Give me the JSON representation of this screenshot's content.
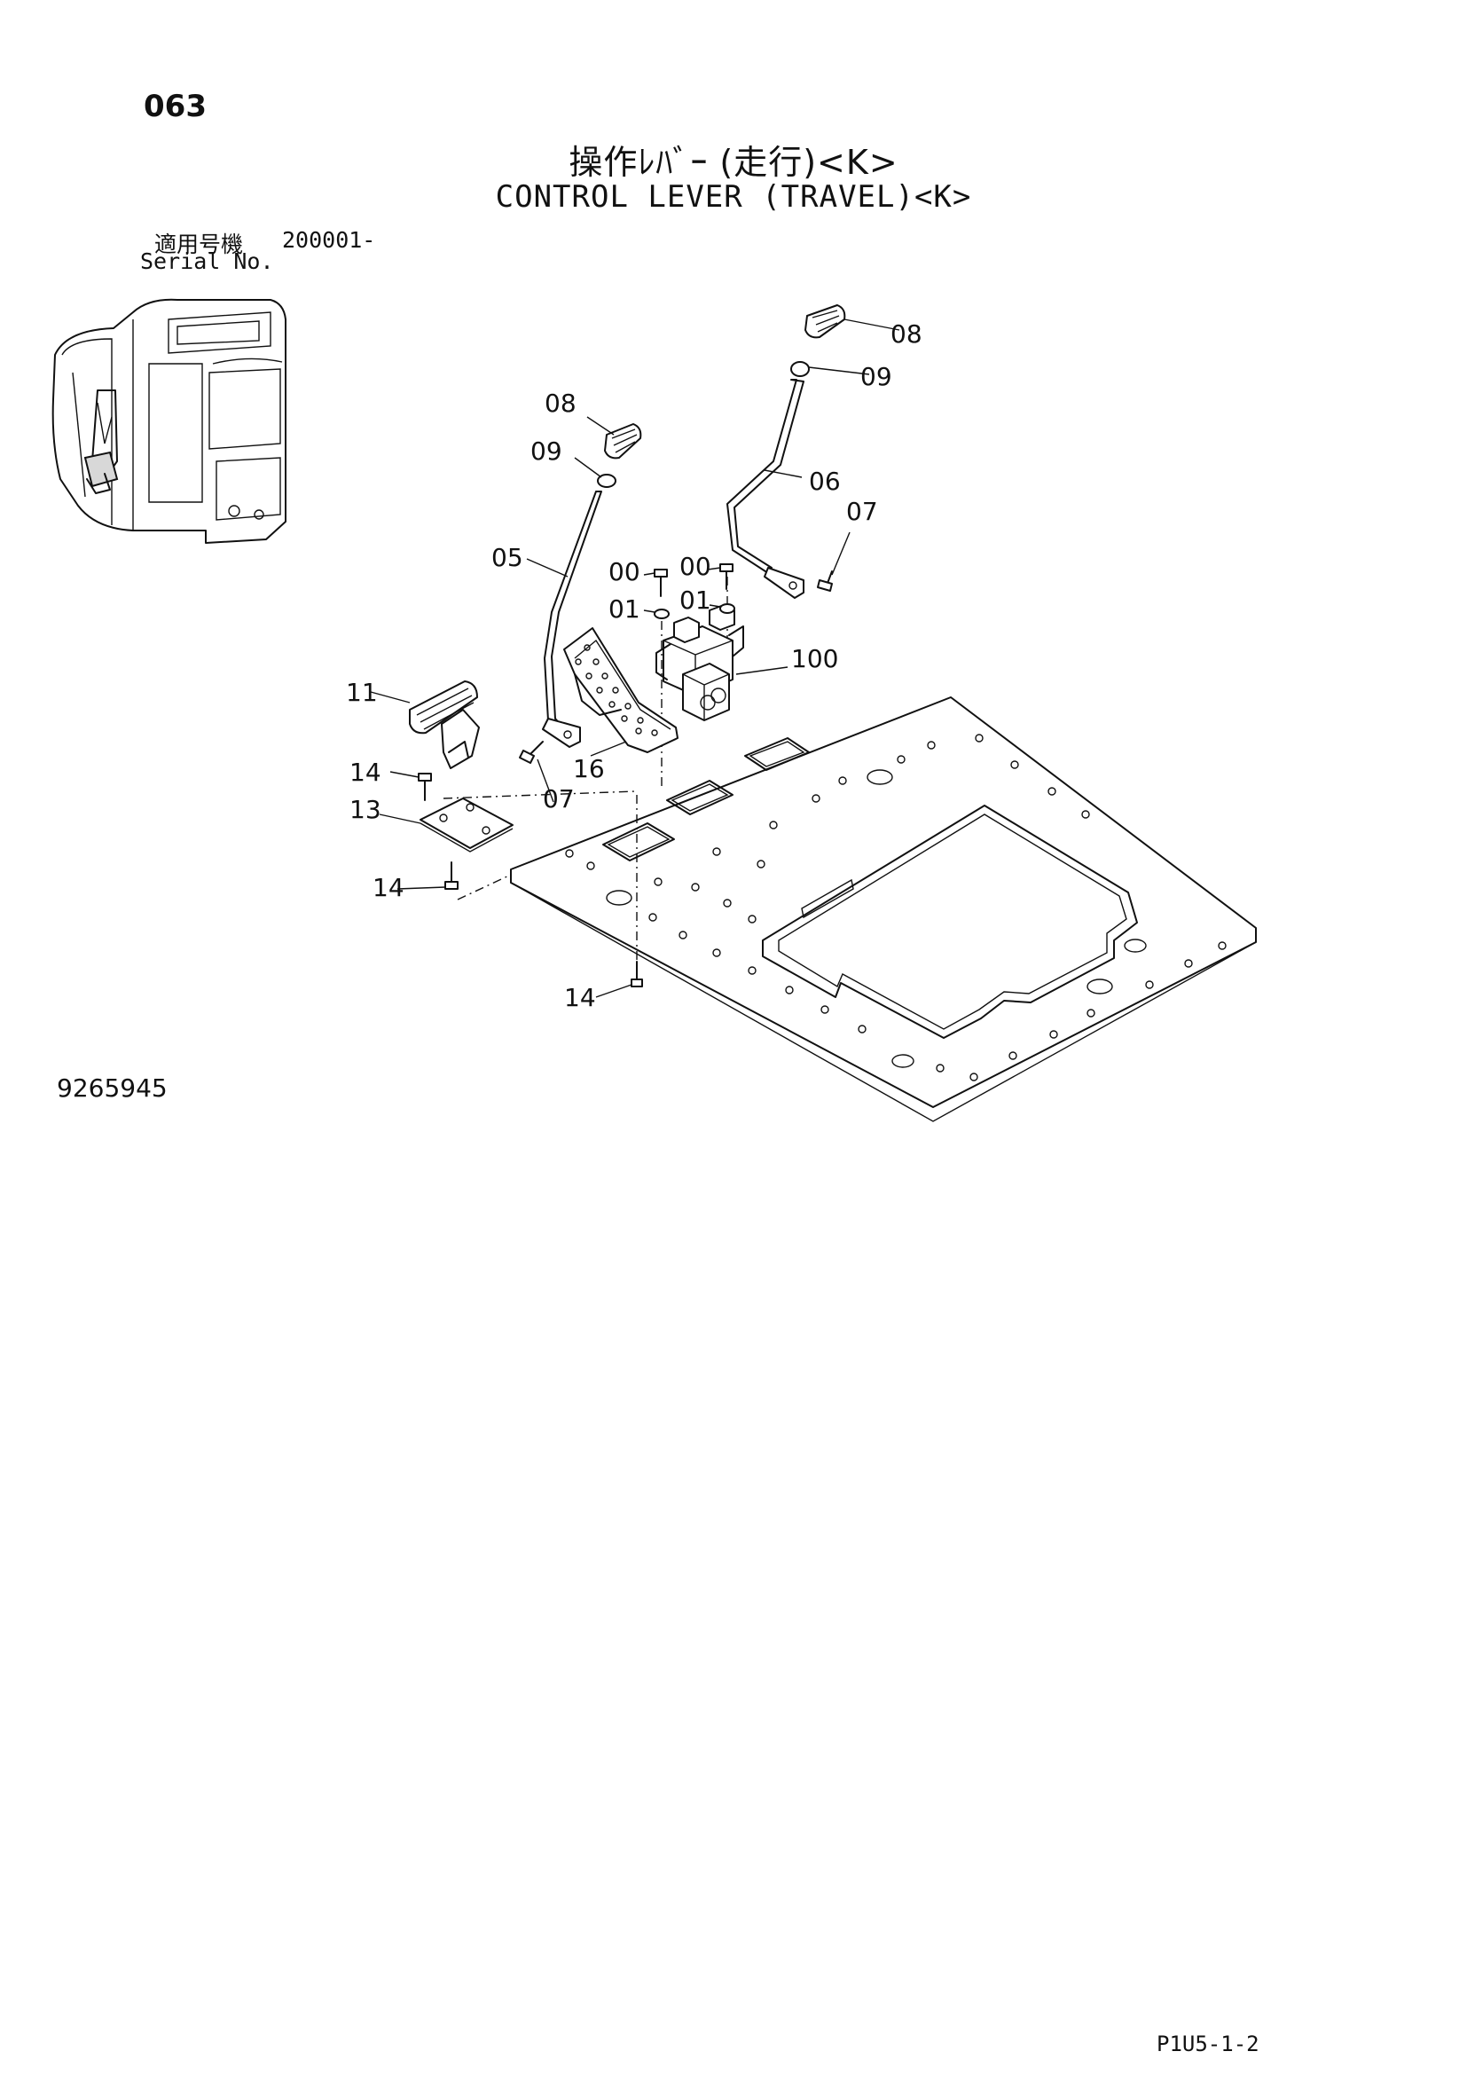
{
  "header": {
    "page_number": "063",
    "title_jp": "操作ﾚﾊﾞｰ (走行)<K>",
    "title_en": "CONTROL LEVER (TRAVEL)<K>"
  },
  "serial": {
    "label_jp": "適用号機",
    "label_en": "Serial No.",
    "number": "200001-"
  },
  "callouts": {
    "c08_right": "08",
    "c09_right": "09",
    "c06": "06",
    "c07_right": "07",
    "c08_left": "08",
    "c09_left": "09",
    "c05": "05",
    "c00_left": "00",
    "c00_right": "00",
    "c01_left": "01",
    "c01_right": "01",
    "c100": "100",
    "c11": "11",
    "c16": "16",
    "c07_left": "07",
    "c14_top": "14",
    "c13": "13",
    "c14_mid": "14",
    "c14_bottom": "14"
  },
  "footer": {
    "drawing_number": "9265945",
    "sheet_code": "P1U5-1-2"
  }
}
